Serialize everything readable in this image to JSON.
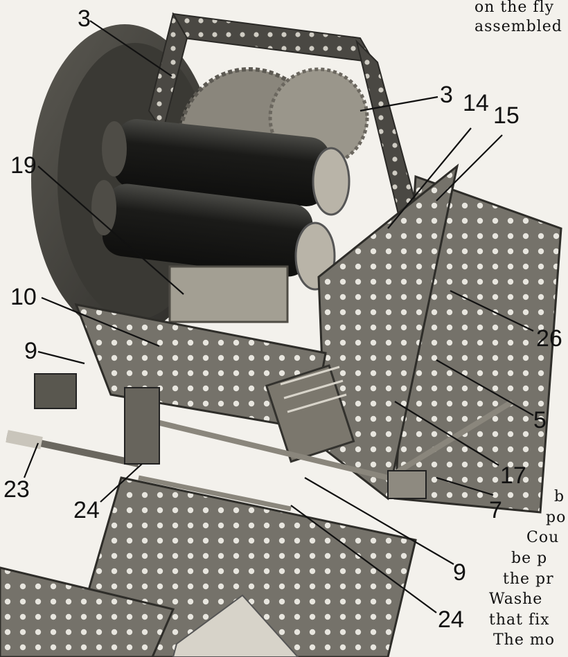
{
  "callouts": {
    "c3_left": "3",
    "c3_right": "3",
    "c14": "14",
    "c15": "15",
    "c19": "19",
    "c10": "10",
    "c9_left": "9",
    "c26": "26",
    "c5": "5",
    "c17": "17",
    "c7": "7",
    "c23": "23",
    "c24_left": "24",
    "c9_right": "9",
    "c24_right": "24"
  },
  "text_fragments": {
    "top_1": "on the fly",
    "top_2": "assembled",
    "right_1": "b",
    "right_2": "po",
    "right_3": "Cou",
    "right_4": "be p",
    "right_5": "the pr",
    "right_6": "Washe",
    "right_7": "that fix",
    "right_8": "The mo"
  },
  "colors": {
    "background": "#f3f1ec",
    "metal_dark": "#3a3a36",
    "metal_mid": "#6e6b63",
    "metal_light": "#a8a398",
    "roller": "#1d1d1b",
    "ink": "#111111"
  }
}
